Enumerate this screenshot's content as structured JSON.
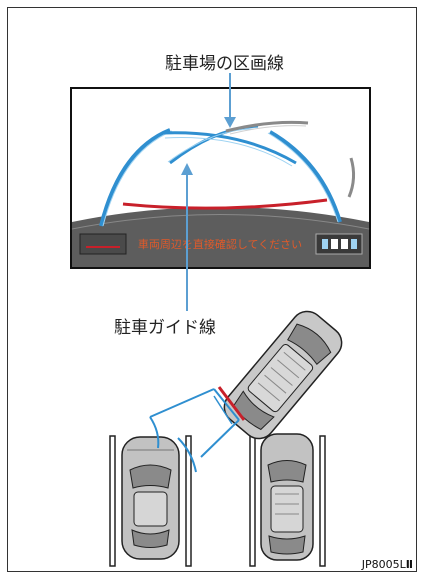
{
  "labels": {
    "parking_lines": "駐車場の区画線",
    "parking_guide_line": "駐車ガイド線",
    "figure_code": "JP8005L"
  },
  "screen": {
    "message": "車両周辺を直接確認してください"
  },
  "colors": {
    "guide_blue": "#2f8fd0",
    "guide_red": "#c8202a",
    "screen_bg": "#ffffff",
    "screen_border": "#111111",
    "bottom_bar": "#5a5a5a",
    "message_text": "#e05a2a",
    "car_fill": "#bdbdbd"
  },
  "icons": {
    "left_button": "back-line-icon",
    "right_button": "camera-mode-icon"
  }
}
